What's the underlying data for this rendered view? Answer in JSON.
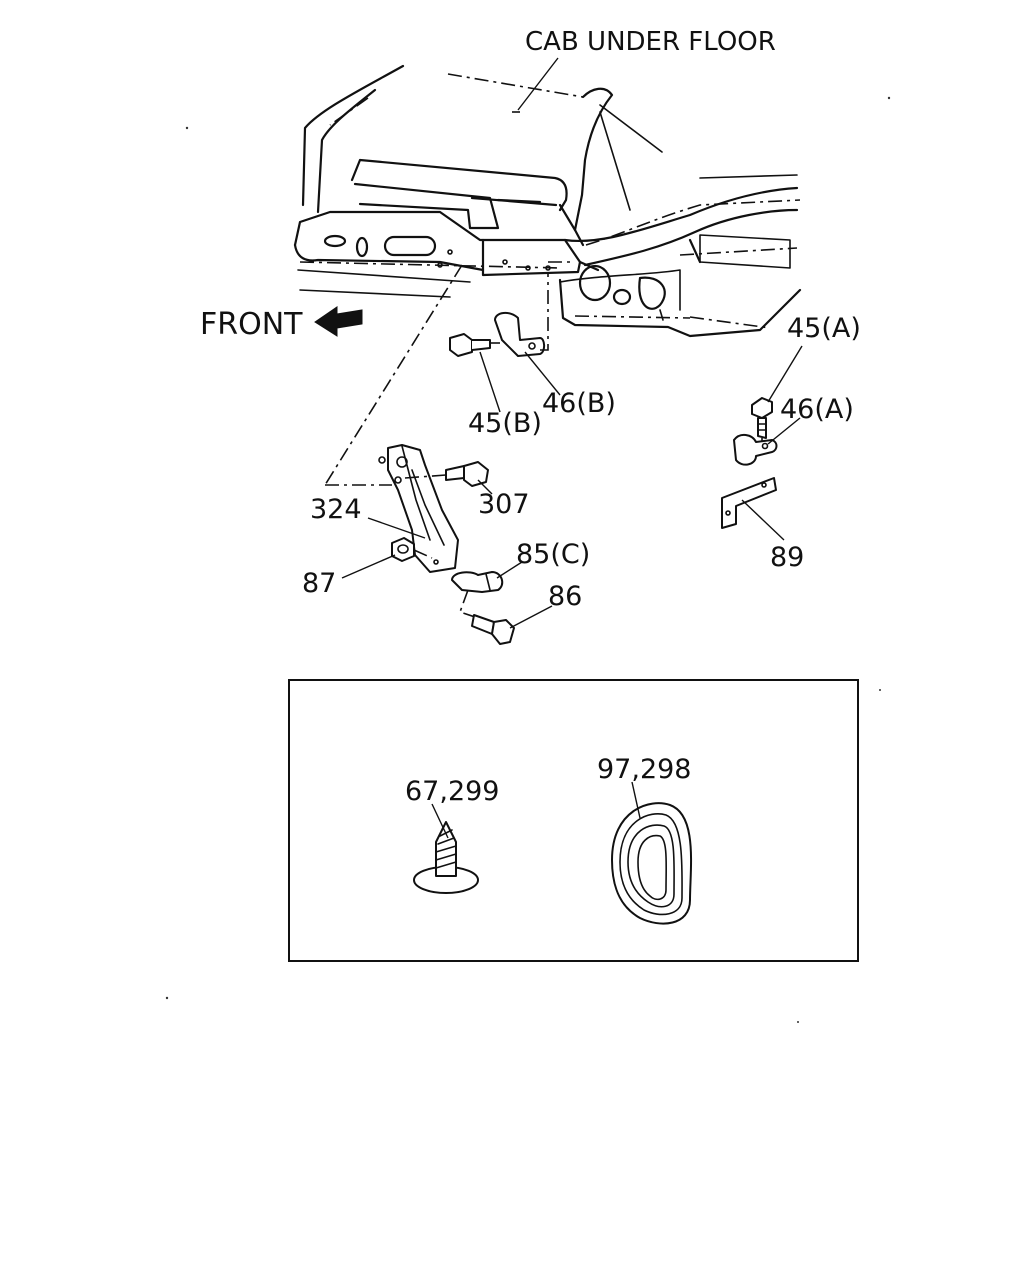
{
  "title": "CAB UNDER FLOOR",
  "direction_label": "FRONT",
  "callouts": {
    "c45a": "45(A)",
    "c46a": "46(A)",
    "c46b": "46(B)",
    "c45b": "45(B)",
    "c324": "324",
    "c307": "307",
    "c89": "89",
    "c85c": "85(C)",
    "c87": "87",
    "c86": "86"
  },
  "inset": {
    "screw_label": "67,299",
    "grommet_label": "97,298"
  }
}
